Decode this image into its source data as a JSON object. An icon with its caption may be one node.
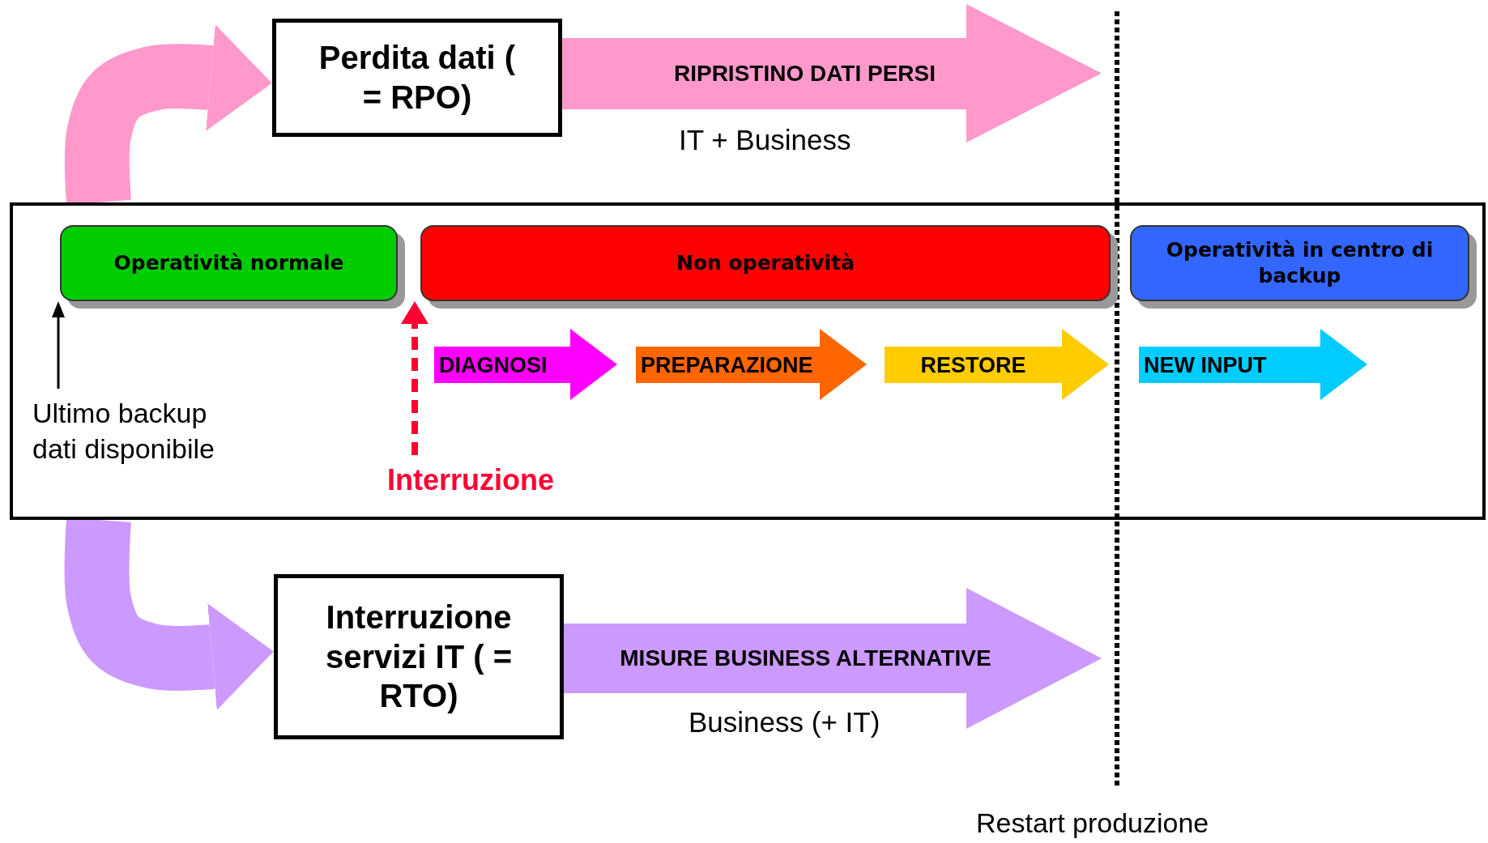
{
  "diagram": {
    "nodes": [
      {
        "text": [
          "Perdita dati ( = RPO)"
        ]
      },
      {
        "text": [
          "RIPRISTINO DATI PERSI"
        ],
        "beside": [
          "IT + Business"
        ]
      },
      {
        "text": [],
        "shape": "box"
      },
      {
        "text": [
          "Operatività normale"
        ],
        "in": 2
      },
      {
        "text": [
          "Non operatività"
        ],
        "in": 2
      },
      {
        "text": [
          "Operatività in centro di backup"
        ],
        "in": 2
      },
      {
        "text": [
          "DIAGNOSI"
        ],
        "in": 2
      },
      {
        "text": [
          "PREPARAZIONE"
        ],
        "in": 2
      },
      {
        "text": [
          "RESTORE"
        ],
        "in": 2
      },
      {
        "text": [
          "NEW INPUT"
        ],
        "in": 2
      },
      {
        "text": [
          "Ultimo backup dati disponibile"
        ],
        "in": 2
      },
      {
        "text": [
          "Interruzione"
        ],
        "in": 2
      },
      {
        "text": [
          "Interruzione servizi IT ( = RTO)"
        ]
      },
      {
        "text": [
          "MISURE BUSINESS ALTERNATIVE"
        ],
        "beside": [
          "Business (+ IT)"
        ]
      }
    ],
    "edges": [
      {
        "from": 2,
        "to": 0,
        "arrow": "to",
        "style": "thick",
        "color": "#ff99cc"
      },
      {
        "from": 2,
        "to": 12,
        "arrow": "to",
        "style": "thick",
        "color": "#cc99ff"
      },
      {
        "from": 10,
        "to": 3,
        "arrow": "to",
        "color": "#000000"
      },
      {
        "from": 11,
        "to": 4,
        "arrow": "to",
        "style": "dashed",
        "color": "#ff0033"
      }
    ],
    "labels": [
      "Restart produzione"
    ]
  }
}
